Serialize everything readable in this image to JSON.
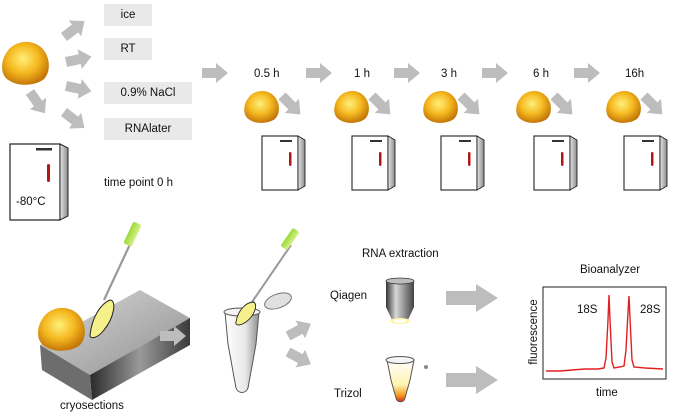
{
  "storage_conditions": [
    "ice",
    "RT",
    "0.9% NaCl",
    "RNAlater"
  ],
  "freezer_temperature": "-80°C",
  "initial_time_point": "time point 0 h",
  "time_points": [
    "0.5 h",
    "1 h",
    "3 h",
    "6 h",
    "16h"
  ],
  "cryosections_label": "cryosections",
  "rna_extraction_label": "RNA extraction",
  "methods": [
    "Qiagen",
    "Trizol"
  ],
  "bioanalyzer": {
    "title": "Bioanalyzer",
    "ylabel": "fluorescence",
    "xlabel": "time",
    "peaks": [
      "18S",
      "28S"
    ]
  },
  "colors": {
    "tissue": "#f2b21e",
    "arrow": "#bdbdbd",
    "freezer_handle": "#b01818",
    "trace": "#e02020",
    "label_box": "#e9e9e9"
  }
}
